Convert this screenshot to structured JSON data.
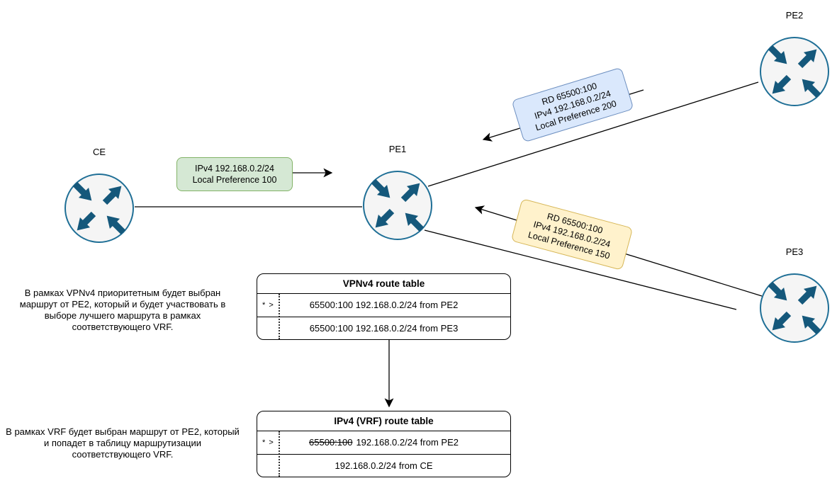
{
  "routers": {
    "ce": {
      "label": "CE"
    },
    "pe1": {
      "label": "PE1"
    },
    "pe2": {
      "label": "PE2"
    },
    "pe3": {
      "label": "PE3"
    }
  },
  "route_labels": {
    "ce_to_pe1": {
      "lines": [
        "IPv4 192.168.0.2/24",
        "Local Preference 100"
      ]
    },
    "pe2_to_pe1": {
      "lines": [
        "RD 65500:100",
        "IPv4 192.168.0.2/24",
        "Local Preference 200"
      ]
    },
    "pe3_to_pe1": {
      "lines": [
        "RD 65500:100",
        "IPv4 192.168.0.2/24",
        "Local Preference 150"
      ]
    }
  },
  "tables": [
    {
      "title": "VPNv4 route table",
      "rows": [
        {
          "marker": "* >",
          "text": "65500:100 192.168.0.2/24 from PE2"
        },
        {
          "marker": "",
          "text": "65500:100 192.168.0.2/24 from PE3"
        }
      ]
    },
    {
      "title": "IPv4 (VRF) route table",
      "rows": [
        {
          "marker": "* >",
          "strike": "65500:100",
          "text": "192.168.0.2/24 from PE2"
        },
        {
          "marker": "",
          "text": "192.168.0.2/24 from CE"
        }
      ]
    }
  ],
  "notes": [
    "В рамках VPNv4 приоритетным будет выбран маршрут от PE2, который и будет участвовать в выборе лучшего маршрута в рамках соответствующего VRF.",
    "В рамках VRF  будет выбран маршрут от PE2, который и попадет в таблицу маршрутизации соответствующего VRF."
  ],
  "colors": {
    "green_fill": "#d5e8d4",
    "green_stroke": "#82b366",
    "blue_fill": "#dae8fc",
    "blue_stroke": "#6c8ebf",
    "yellow_fill": "#fff2cc",
    "yellow_stroke": "#d6b656",
    "router_fill": "#f5f5f5",
    "router_stroke": "#1f6f96",
    "router_arrow": "#15587b",
    "line": "#000000"
  }
}
